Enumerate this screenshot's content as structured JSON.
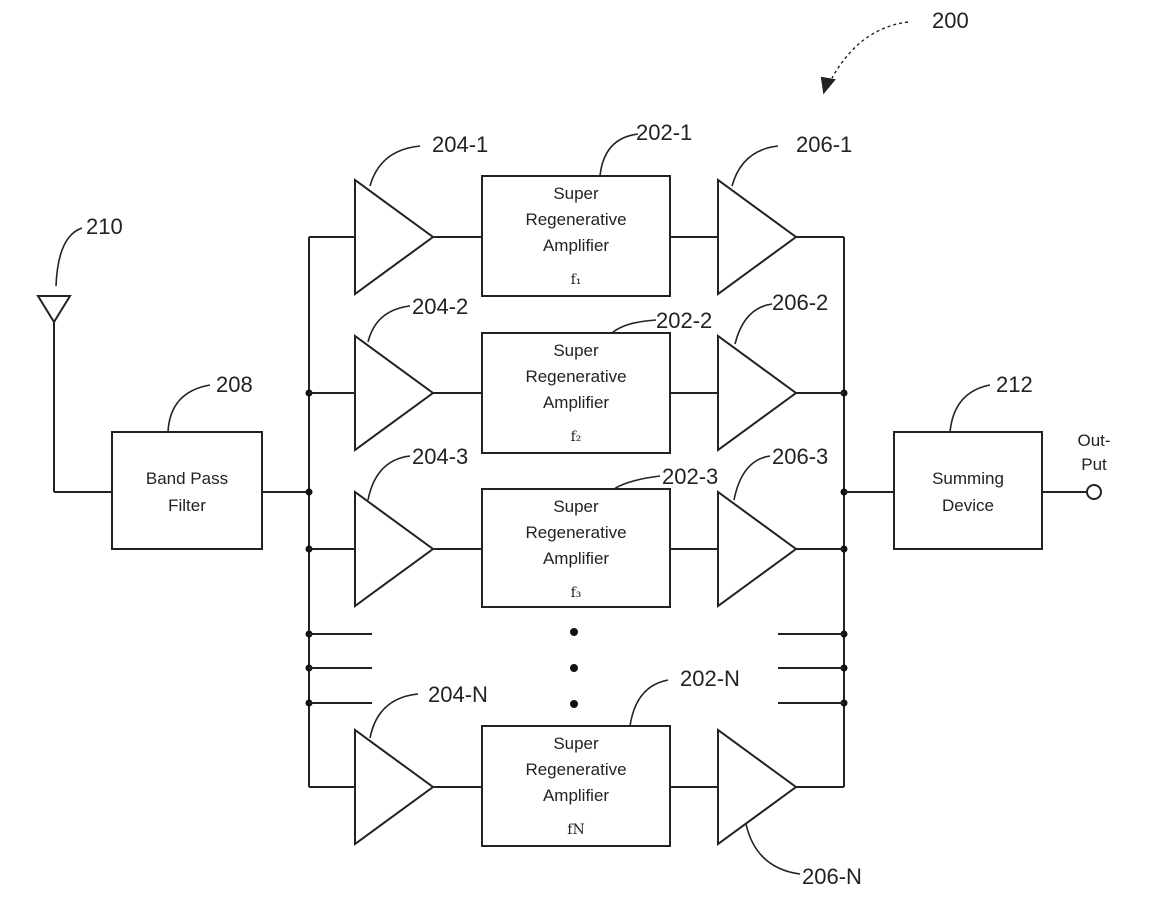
{
  "figure": {
    "ref": "200"
  },
  "antenna": {
    "ref": "210"
  },
  "band_pass_filter": {
    "ref": "208",
    "line1": "Band Pass",
    "line2": "Filter"
  },
  "summing_device": {
    "ref": "212",
    "line1": "Summing",
    "line2": "Device"
  },
  "output": {
    "line1": "Out-",
    "line2": "Put"
  },
  "branches": [
    {
      "input_amp_ref": "204-1",
      "sra_ref": "202-1",
      "output_amp_ref": "206-1",
      "sra_line1": "Super",
      "sra_line2": "Regenerative",
      "sra_line3": "Amplifier",
      "freq": "f₁"
    },
    {
      "input_amp_ref": "204-2",
      "sra_ref": "202-2",
      "output_amp_ref": "206-2",
      "sra_line1": "Super",
      "sra_line2": "Regenerative",
      "sra_line3": "Amplifier",
      "freq": "f₂"
    },
    {
      "input_amp_ref": "204-3",
      "sra_ref": "202-3",
      "output_amp_ref": "206-3",
      "sra_line1": "Super",
      "sra_line2": "Regenerative",
      "sra_line3": "Amplifier",
      "freq": "f₃"
    },
    {
      "input_amp_ref": "204-N",
      "sra_ref": "202-N",
      "output_amp_ref": "206-N",
      "sra_line1": "Super",
      "sra_line2": "Regenerative",
      "sra_line3": "Amplifier",
      "freq": "fN"
    }
  ]
}
